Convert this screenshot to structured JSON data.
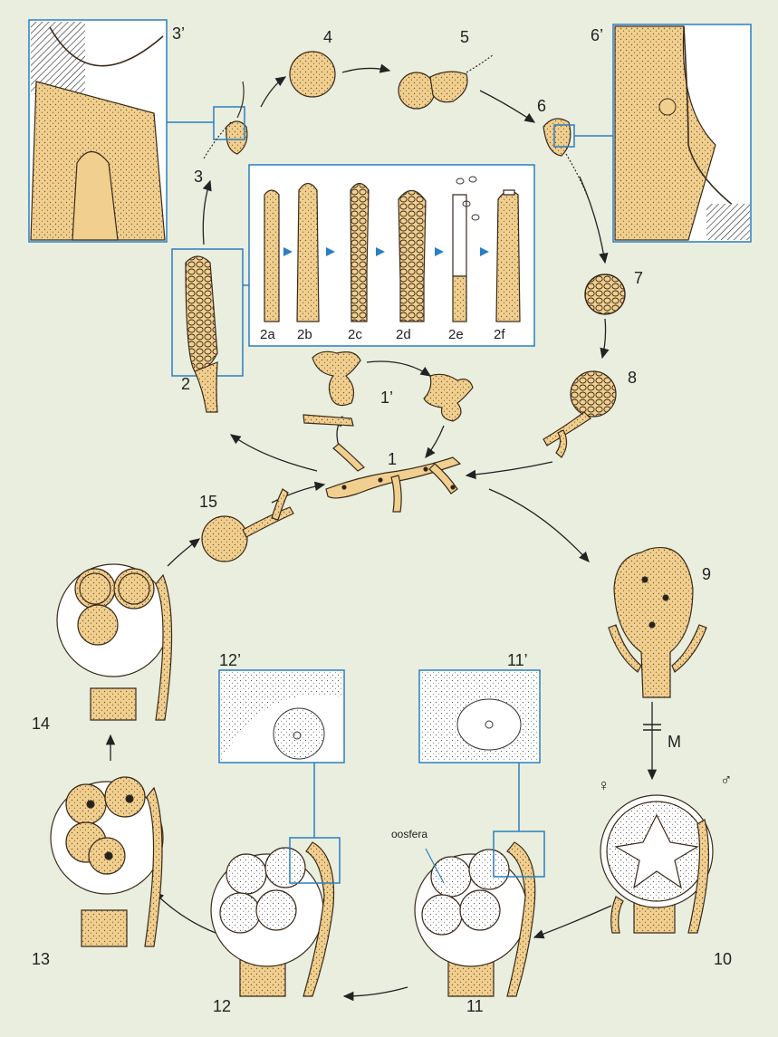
{
  "colors": {
    "background": "#e9eedf",
    "cell_fill": "#f0cf8f",
    "outline": "#3a2a1a",
    "frame_blue": "#2a7fc0",
    "arrow": "#222222"
  },
  "stages": {
    "s1": "1",
    "s1p": "1’",
    "s2": "2",
    "s2a": "2a",
    "s2b": "2b",
    "s2c": "2c",
    "s2d": "2d",
    "s2e": "2e",
    "s2f": "2f",
    "s3": "3",
    "s3p": "3’",
    "s4": "4",
    "s5": "5",
    "s6": "6",
    "s6p": "6’",
    "s7": "7",
    "s8": "8",
    "s9": "9",
    "s10": "10",
    "s11": "11",
    "s11p": "11’",
    "s12": "12",
    "s12p": "12’",
    "s13": "13",
    "s14": "14",
    "s15": "15"
  },
  "annotations": {
    "meiosis": "M",
    "female": "♀",
    "male": "♂",
    "oosfera": "oosfera"
  }
}
